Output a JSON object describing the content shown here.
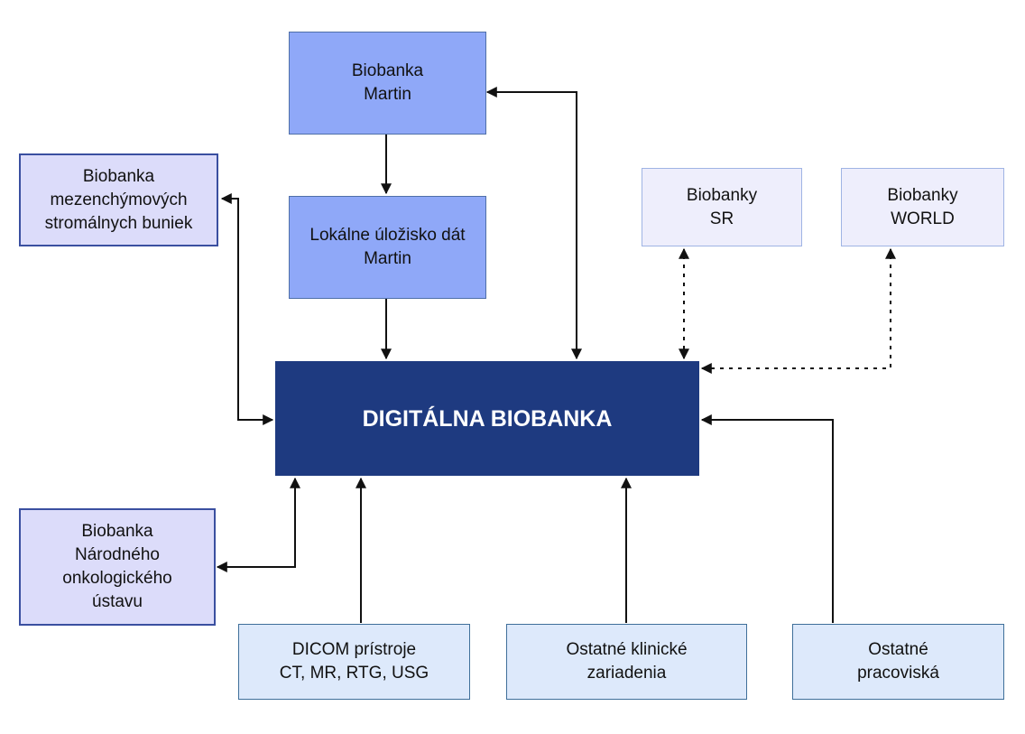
{
  "nodes": {
    "biobanka_martin": [
      "Biobanka",
      "Martin"
    ],
    "lokalne_ulozisko": [
      "Lokálne úložisko dát",
      "Martin"
    ],
    "biobanka_mezenchymovych": [
      "Biobanka",
      "mezenchýmových",
      "stromálnych buniek"
    ],
    "biobanky_sr": [
      "Biobanky",
      "SR"
    ],
    "biobanky_world": [
      "Biobanky",
      "WORLD"
    ],
    "digitalna_biobanka": "DIGITÁLNA BIOBANKA",
    "biobanka_noi": [
      "Biobanka",
      "Národného",
      "onkologického",
      "ústavu"
    ],
    "dicom": [
      "DICOM prístroje",
      "CT, MR, RTG, USG"
    ],
    "ostatne_klinicke": [
      "Ostatné klinické",
      "zariadenia"
    ],
    "ostatne_pracoviska": [
      "Ostatné",
      "pracoviská"
    ]
  },
  "colors": {
    "main_fill": "#1e3a80",
    "martin_fill": "#8fa8f8",
    "lavender_fill": "#dcdcfa",
    "pale_fill": "#eeeefc",
    "light_blue_fill": "#dde9fb",
    "arrow": "#111111"
  },
  "connections": [
    {
      "from": "biobanka_martin",
      "to": "lokalne_ulozisko",
      "style": "solid",
      "direction": "one-way"
    },
    {
      "from": "lokalne_ulozisko",
      "to": "digitalna_biobanka",
      "style": "solid",
      "direction": "one-way"
    },
    {
      "from": "digitalna_biobanka",
      "to": "biobanka_martin",
      "style": "solid",
      "direction": "two-way"
    },
    {
      "from": "digitalna_biobanka",
      "to": "biobanka_mezenchymovych",
      "style": "solid",
      "direction": "two-way"
    },
    {
      "from": "digitalna_biobanka",
      "to": "biobanka_noi",
      "style": "solid",
      "direction": "two-way"
    },
    {
      "from": "dicom",
      "to": "digitalna_biobanka",
      "style": "solid",
      "direction": "one-way"
    },
    {
      "from": "ostatne_klinicke",
      "to": "digitalna_biobanka",
      "style": "solid",
      "direction": "one-way"
    },
    {
      "from": "ostatne_pracoviska",
      "to": "digitalna_biobanka",
      "style": "solid",
      "direction": "one-way"
    },
    {
      "from": "digitalna_biobanka",
      "to": "biobanky_sr",
      "style": "dotted",
      "direction": "two-way"
    },
    {
      "from": "digitalna_biobanka",
      "to": "biobanky_world",
      "style": "dotted",
      "direction": "two-way"
    }
  ]
}
